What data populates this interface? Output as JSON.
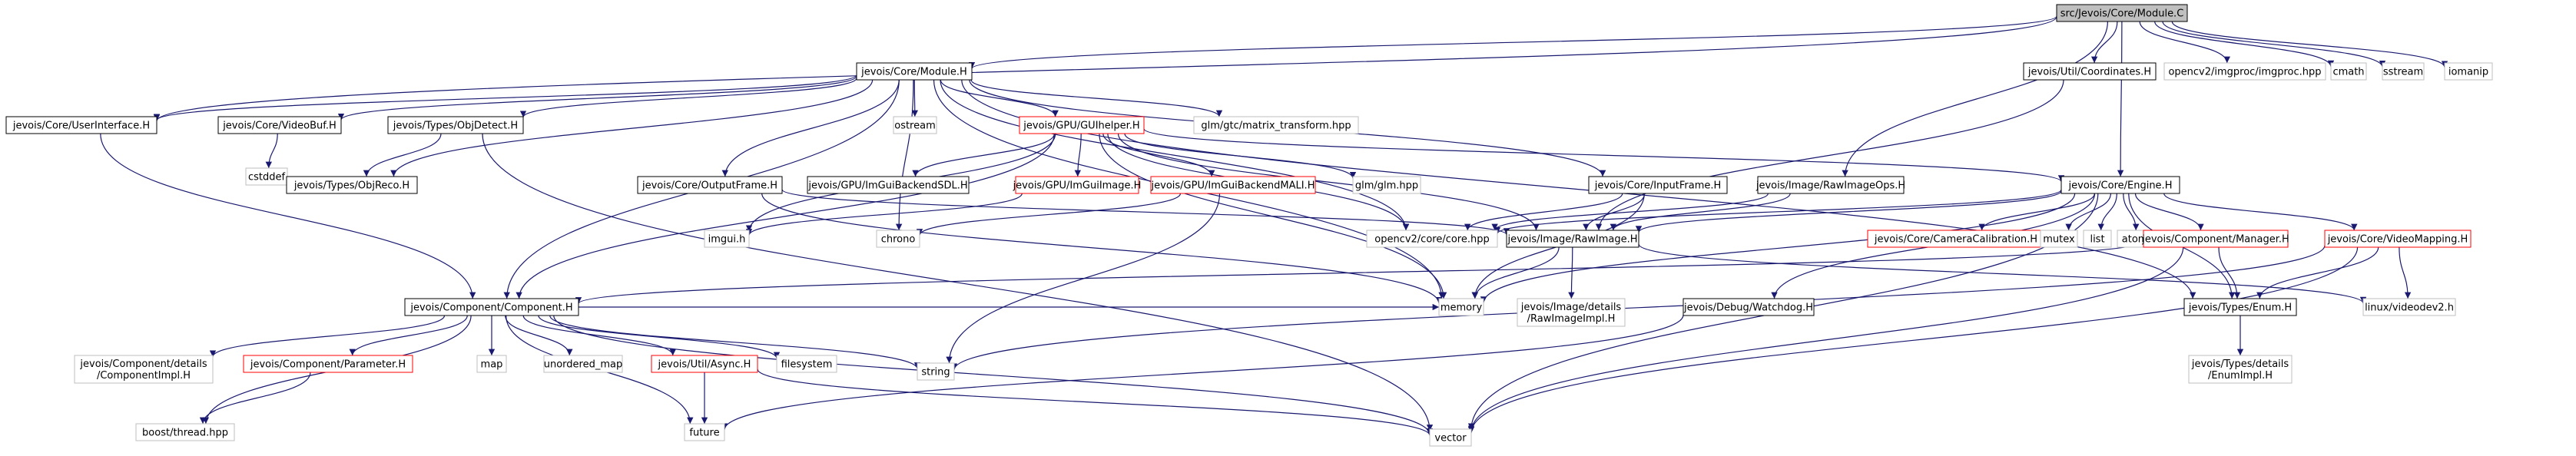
{
  "root": "src/Jevois/Core/Module.C",
  "nodes": {
    "module_c": {
      "label": [
        "src/Jevois/Core/Module.C"
      ],
      "style": "root"
    },
    "module_h": {
      "label": [
        "jevois/Core/Module.H"
      ],
      "style": "doc"
    },
    "coordinates_h": {
      "label": [
        "jevois/Util/Coordinates.H"
      ],
      "style": "doc"
    },
    "imgproc": {
      "label": [
        "opencv2/imgproc/imgproc.hpp"
      ],
      "style": "ext"
    },
    "cmath": {
      "label": [
        "cmath"
      ],
      "style": "ext"
    },
    "sstream": {
      "label": [
        "sstream"
      ],
      "style": "ext"
    },
    "iomanip": {
      "label": [
        "iomanip"
      ],
      "style": "ext"
    },
    "userinterface_h": {
      "label": [
        "jevois/Core/UserInterface.H"
      ],
      "style": "doc"
    },
    "videobuf_h": {
      "label": [
        "jevois/Core/VideoBuf.H"
      ],
      "style": "doc"
    },
    "objdetect_h": {
      "label": [
        "jevois/Types/ObjDetect.H"
      ],
      "style": "doc"
    },
    "ostream": {
      "label": [
        "ostream"
      ],
      "style": "ext"
    },
    "guihelper_h": {
      "label": [
        "jevois/GPU/GUIhelper.H"
      ],
      "style": "trunc"
    },
    "matrix_transform": {
      "label": [
        "glm/gtc/matrix_transform.hpp"
      ],
      "style": "ext"
    },
    "cstddef": {
      "label": [
        "cstddef"
      ],
      "style": "ext"
    },
    "objreco_h": {
      "label": [
        "jevois/Types/ObjReco.H"
      ],
      "style": "doc"
    },
    "outputframe_h": {
      "label": [
        "jevois/Core/OutputFrame.H"
      ],
      "style": "doc"
    },
    "imguibackendsdl_h": {
      "label": [
        "jevois/GPU/ImGuiBackendSDL.H"
      ],
      "style": "doc"
    },
    "imguiimage_h": {
      "label": [
        "jevois/GPU/ImGuiImage.H"
      ],
      "style": "trunc"
    },
    "imguibackendmali_h": {
      "label": [
        "jevois/GPU/ImGuiBackendMALI.H"
      ],
      "style": "trunc"
    },
    "glm_hpp": {
      "label": [
        "glm/glm.hpp"
      ],
      "style": "ext"
    },
    "inputframe_h": {
      "label": [
        "jevois/Core/InputFrame.H"
      ],
      "style": "doc"
    },
    "rawimageops_h": {
      "label": [
        "jevois/Image/RawImageOps.H"
      ],
      "style": "doc"
    },
    "engine_h": {
      "label": [
        "jevois/Core/Engine.H"
      ],
      "style": "doc"
    },
    "imgui_h": {
      "label": [
        "imgui.h"
      ],
      "style": "ext"
    },
    "chrono": {
      "label": [
        "chrono"
      ],
      "style": "ext"
    },
    "core_hpp": {
      "label": [
        "opencv2/core/core.hpp"
      ],
      "style": "ext"
    },
    "rawimage_h": {
      "label": [
        "jevois/Image/RawImage.H"
      ],
      "style": "doc"
    },
    "cameracalibration_h": {
      "label": [
        "jevois/Core/CameraCalibration.H"
      ],
      "style": "trunc"
    },
    "mutex": {
      "label": [
        "mutex"
      ],
      "style": "ext"
    },
    "list": {
      "label": [
        "list"
      ],
      "style": "ext"
    },
    "atomic": {
      "label": [
        "atomic"
      ],
      "style": "ext"
    },
    "manager_h": {
      "label": [
        "jevois/Component/Manager.H"
      ],
      "style": "trunc"
    },
    "videomapping_h": {
      "label": [
        "jevois/Core/VideoMapping.H"
      ],
      "style": "trunc"
    },
    "component_h": {
      "label": [
        "jevois/Component/Component.H"
      ],
      "style": "doc"
    },
    "memory": {
      "label": [
        "memory"
      ],
      "style": "ext"
    },
    "rawimageimpl_h": {
      "label": [
        "jevois/Image/details",
        "/RawImageImpl.H"
      ],
      "style": "ext"
    },
    "watchdog_h": {
      "label": [
        "jevois/Debug/Watchdog.H"
      ],
      "style": "doc"
    },
    "enum_h": {
      "label": [
        "jevois/Types/Enum.H"
      ],
      "style": "doc"
    },
    "videodev2_h": {
      "label": [
        "linux/videodev2.h"
      ],
      "style": "ext"
    },
    "componentimpl_h": {
      "label": [
        "jevois/Component/details",
        "/ComponentImpl.H"
      ],
      "style": "ext"
    },
    "parameter_h": {
      "label": [
        "jevois/Component/Parameter.H"
      ],
      "style": "trunc"
    },
    "map": {
      "label": [
        "map"
      ],
      "style": "ext"
    },
    "unordered_map": {
      "label": [
        "unordered_map"
      ],
      "style": "ext"
    },
    "async_h": {
      "label": [
        "jevois/Util/Async.H"
      ],
      "style": "trunc"
    },
    "filesystem": {
      "label": [
        "filesystem"
      ],
      "style": "ext"
    },
    "string": {
      "label": [
        "string"
      ],
      "style": "ext"
    },
    "enumimpl_h": {
      "label": [
        "jevois/Types/details",
        "/EnumImpl.H"
      ],
      "style": "ext"
    },
    "boost_thread": {
      "label": [
        "boost/thread.hpp"
      ],
      "style": "ext"
    },
    "future": {
      "label": [
        "future"
      ],
      "style": "ext"
    },
    "vector": {
      "label": [
        "vector"
      ],
      "style": "ext"
    }
  },
  "edges": [
    [
      "module_c",
      "module_h"
    ],
    [
      "module_c",
      "coordinates_h"
    ],
    [
      "module_c",
      "imgproc"
    ],
    [
      "module_c",
      "cmath"
    ],
    [
      "module_c",
      "sstream"
    ],
    [
      "module_c",
      "iomanip"
    ],
    [
      "module_c",
      "engine_h"
    ],
    [
      "module_c",
      "rawimageops_h"
    ],
    [
      "module_c",
      "userinterface_h"
    ],
    [
      "module_h",
      "userinterface_h"
    ],
    [
      "module_h",
      "videobuf_h"
    ],
    [
      "module_h",
      "objdetect_h"
    ],
    [
      "module_h",
      "objreco_h"
    ],
    [
      "module_h",
      "ostream"
    ],
    [
      "module_h",
      "guihelper_h"
    ],
    [
      "module_h",
      "matrix_transform"
    ],
    [
      "module_h",
      "component_h"
    ],
    [
      "module_h",
      "outputframe_h"
    ],
    [
      "module_h",
      "inputframe_h"
    ],
    [
      "module_h",
      "chrono"
    ],
    [
      "module_h",
      "core_hpp"
    ],
    [
      "module_h",
      "enum_h"
    ],
    [
      "module_h",
      "memory"
    ],
    [
      "coordinates_h",
      "rawimage_h"
    ],
    [
      "userinterface_h",
      "component_h"
    ],
    [
      "videobuf_h",
      "cstddef"
    ],
    [
      "objdetect_h",
      "objreco_h"
    ],
    [
      "objdetect_h",
      "vector"
    ],
    [
      "guihelper_h",
      "imguibackendsdl_h"
    ],
    [
      "guihelper_h",
      "imguiimage_h"
    ],
    [
      "guihelper_h",
      "imguibackendmali_h"
    ],
    [
      "guihelper_h",
      "glm_hpp"
    ],
    [
      "guihelper_h",
      "engine_h"
    ],
    [
      "guihelper_h",
      "component_h"
    ],
    [
      "guihelper_h",
      "imgui_h"
    ],
    [
      "guihelper_h",
      "core_hpp"
    ],
    [
      "guihelper_h",
      "memory"
    ],
    [
      "guihelper_h",
      "rawimage_h"
    ],
    [
      "outputframe_h",
      "rawimage_h"
    ],
    [
      "outputframe_h",
      "memory"
    ],
    [
      "imguiimage_h",
      "imgui_h"
    ],
    [
      "imguibackendmali_h",
      "chrono"
    ],
    [
      "imguibackendmali_h",
      "string"
    ],
    [
      "inputframe_h",
      "rawimage_h"
    ],
    [
      "inputframe_h",
      "core_hpp"
    ],
    [
      "inputframe_h",
      "memory"
    ],
    [
      "rawimageops_h",
      "rawimage_h"
    ],
    [
      "rawimageops_h",
      "core_hpp"
    ],
    [
      "engine_h",
      "rawimage_h"
    ],
    [
      "engine_h",
      "cameracalibration_h"
    ],
    [
      "engine_h",
      "mutex"
    ],
    [
      "engine_h",
      "list"
    ],
    [
      "engine_h",
      "atomic"
    ],
    [
      "engine_h",
      "manager_h"
    ],
    [
      "engine_h",
      "videomapping_h"
    ],
    [
      "engine_h",
      "enum_h"
    ],
    [
      "engine_h",
      "memory"
    ],
    [
      "engine_h",
      "watchdog_h"
    ],
    [
      "engine_h",
      "core_hpp"
    ],
    [
      "engine_h",
      "vector"
    ],
    [
      "rawimage_h",
      "memory"
    ],
    [
      "rawimage_h",
      "rawimageimpl_h"
    ],
    [
      "rawimage_h",
      "videodev2_h"
    ],
    [
      "manager_h",
      "component_h"
    ],
    [
      "manager_h",
      "enum_h"
    ],
    [
      "manager_h",
      "vector"
    ],
    [
      "videomapping_h",
      "enum_h"
    ],
    [
      "videomapping_h",
      "videodev2_h"
    ],
    [
      "videomapping_h",
      "string"
    ],
    [
      "videomapping_h",
      "vector"
    ],
    [
      "watchdog_h",
      "future"
    ],
    [
      "enum_h",
      "enumimpl_h"
    ],
    [
      "component_h",
      "componentimpl_h"
    ],
    [
      "component_h",
      "parameter_h"
    ],
    [
      "component_h",
      "map"
    ],
    [
      "component_h",
      "unordered_map"
    ],
    [
      "component_h",
      "async_h"
    ],
    [
      "component_h",
      "filesystem"
    ],
    [
      "component_h",
      "string"
    ],
    [
      "component_h",
      "boost_thread"
    ],
    [
      "component_h",
      "future"
    ],
    [
      "component_h",
      "vector"
    ],
    [
      "component_h",
      "memory"
    ],
    [
      "parameter_h",
      "boost_thread"
    ],
    [
      "async_h",
      "future"
    ],
    [
      "async_h",
      "vector"
    ]
  ],
  "colors": {
    "root_fill": "#bfbfbf",
    "doc_border": "#000000",
    "trunc_border": "#ff0000",
    "ext_border": "#bfbfbf",
    "edge": "#191970"
  }
}
